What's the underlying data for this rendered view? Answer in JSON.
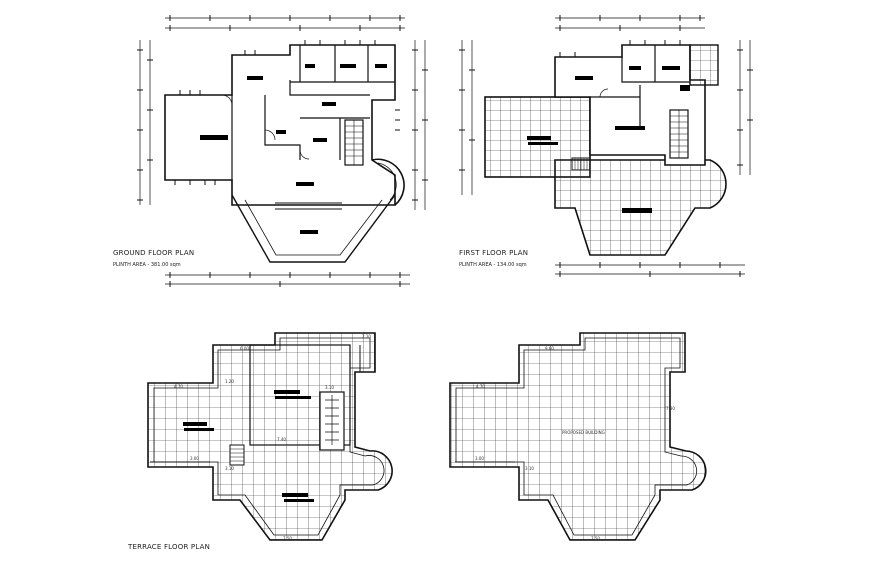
{
  "ground_plan": {
    "title": "GROUND FLOOR PLAN",
    "plinth_area": "PLINTH AREA  - 381.00 sqm"
  },
  "first_plan": {
    "title": "FIRST FLOOR PLAN",
    "plinth_area": "PLINTH AREA  - 134.00 sqm"
  },
  "terrace_plan": {
    "title": "TERRACE  FLOOR PLAN"
  },
  "proposed_plan": {
    "note": "PROPOSED BUILDING"
  },
  "colors": {
    "line": "#111111",
    "fill": "#000000",
    "paper": "#ffffff"
  }
}
